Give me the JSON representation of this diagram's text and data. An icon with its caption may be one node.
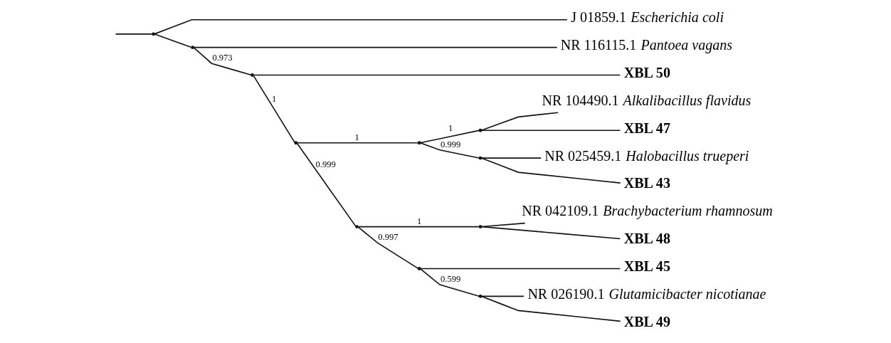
{
  "diagram": {
    "nodes": [
      {
        "text": [
          "J 01859.1 *Escherichia coli*"
        ]
      },
      {
        "text": [
          "NR 116115.1 *Pantoea vagans*"
        ]
      },
      {
        "text": [
          "XBL 50"
        ]
      },
      {
        "text": [
          "NR 104490.1 *Alkalibacillus flavidus*"
        ]
      },
      {
        "text": [
          "XBL 47"
        ]
      },
      {
        "text": [
          "NR 025459.1 *Halobacillus trueperi*"
        ]
      },
      {
        "text": [
          "XBL 43"
        ]
      },
      {
        "text": [
          "NR 042109.1 *Brachybacterium rhamnosum*"
        ]
      },
      {
        "text": [
          "XBL 48"
        ]
      },
      {
        "text": [
          "XBL 45"
        ]
      },
      {
        "text": [
          "NR 026190.1 *Glutamicibacter nicotianae*"
        ]
      },
      {
        "text": [
          "XBL 49"
        ]
      },
      {
        "text": [],
        "shape": "point"
      },
      {
        "text": [],
        "shape": "point"
      },
      {
        "text": [],
        "shape": "point"
      },
      {
        "text": [],
        "shape": "point"
      },
      {
        "text": [],
        "shape": "point"
      },
      {
        "text": [],
        "shape": "point"
      },
      {
        "text": [],
        "shape": "point"
      },
      {
        "text": [],
        "shape": "point"
      },
      {
        "text": [],
        "shape": "point"
      },
      {
        "text": [],
        "shape": "point"
      },
      {
        "text": [],
        "shape": "point"
      }
    ],
    "edges": [
      {
        "from": null,
        "to": 12,
        "arrow": "none"
      },
      {
        "from": 12,
        "to": 0,
        "arrow": "none"
      },
      {
        "from": 12,
        "to": 13,
        "arrow": "none"
      },
      {
        "from": 13,
        "to": 1,
        "arrow": "none"
      },
      {
        "from": 13,
        "to": 14,
        "arrow": "none",
        "label": "0.973"
      },
      {
        "from": 14,
        "to": 2,
        "arrow": "none"
      },
      {
        "from": 14,
        "to": 15,
        "arrow": "none",
        "label": "1"
      },
      {
        "from": 15,
        "to": 16,
        "arrow": "none",
        "label": "1"
      },
      {
        "from": 15,
        "to": 19,
        "arrow": "none",
        "label": "0.999"
      },
      {
        "from": 16,
        "to": 17,
        "arrow": "none",
        "label": "1"
      },
      {
        "from": 16,
        "to": 18,
        "arrow": "none",
        "label": "0.999"
      },
      {
        "from": 17,
        "to": 3,
        "arrow": "none"
      },
      {
        "from": 17,
        "to": 4,
        "arrow": "none"
      },
      {
        "from": 18,
        "to": 5,
        "arrow": "none"
      },
      {
        "from": 18,
        "to": 6,
        "arrow": "none"
      },
      {
        "from": 19,
        "to": 20,
        "arrow": "none",
        "label": "1"
      },
      {
        "from": 19,
        "to": 21,
        "arrow": "none",
        "label": "0.997"
      },
      {
        "from": 20,
        "to": 7,
        "arrow": "none"
      },
      {
        "from": 20,
        "to": 8,
        "arrow": "none"
      },
      {
        "from": 21,
        "to": 9,
        "arrow": "none"
      },
      {
        "from": 21,
        "to": 22,
        "arrow": "none",
        "label": "0.599"
      },
      {
        "from": 22,
        "to": 10,
        "arrow": "none"
      },
      {
        "from": 22,
        "to": 11,
        "arrow": "none"
      }
    ]
  }
}
